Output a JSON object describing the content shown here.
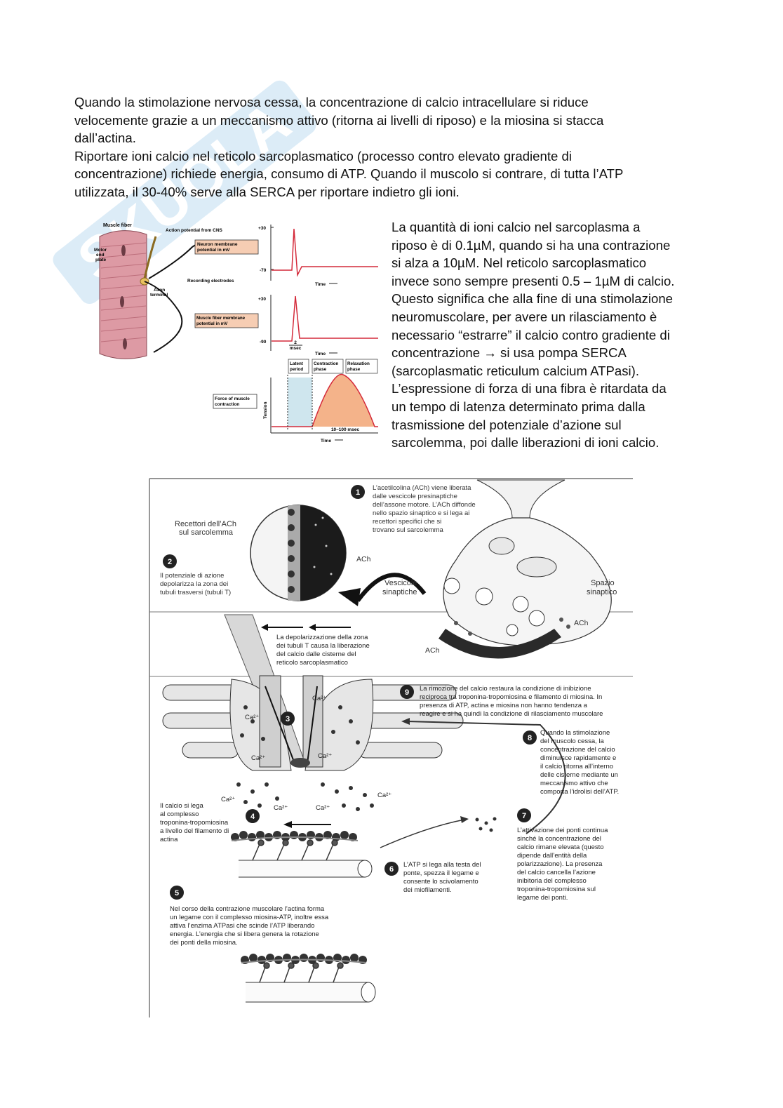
{
  "intro": {
    "lines": [
      "Quando la stimolazione nervosa cessa, la concentrazione di calcio intracellulare si riduce",
      "velocemente grazie a un meccanismo attivo (ritorna ai livelli di riposo) e la miosina si stacca",
      "dall’actina.",
      "Riportare ioni calcio nel reticolo sarcoplasmatico (processo contro elevato gradiente di",
      "concentrazione) richiede energia, consumo di ATP. Quando il muscolo si contrare, di tutta l’ATP",
      "utilizzata, il 30-40% serve alla SERCA per riportare indietro gli ioni."
    ]
  },
  "side": {
    "lines": [
      "La quantità di ioni calcio nel sarcoplasma a",
      "riposo è di 0.1µM, quando si ha una contrazione",
      "si alza a 10µM. Nel reticolo sarcoplasmatico",
      "invece sono sempre presenti 0.5 – 1µM di calcio.",
      "Questo significa che alla fine di una stimolazione",
      "neuromuscolare, per avere un rilasciamento è",
      "necessario “estrarre” il calcio contro gradiente di",
      "concentrazione → si usa pompa SERCA",
      "(sarcoplasmatic reticulum calcium ATPasi).",
      "L’espressione di forza di una fibra è ritardata da",
      "un tempo di latenza determinato prima dalla",
      "trasmissione del potenziale d’azione sul",
      "sarcolemma, poi dalle liberazioni di ioni calcio."
    ]
  },
  "fig1": {
    "muscle_fiber": "Muscle fiber",
    "motor_end_plate": [
      "Motor",
      "end",
      "plate"
    ],
    "action_potential": "Action potential from CNS",
    "axon_terminal": [
      "Axon",
      "terminal"
    ],
    "recording_electrodes": "Recording electrodes",
    "neuron_box": [
      "Neuron membrane",
      "potential in mV"
    ],
    "muscle_box": [
      "Muscle fiber membrane",
      "potential in mV"
    ],
    "force_box": [
      "Force of muscle",
      "contraction"
    ],
    "tick_p30_a": "+30",
    "tick_m70": "-70",
    "tick_p30_b": "+30",
    "tick_m90": "-90",
    "time1": "Time",
    "time2": "Time",
    "time3": "Time",
    "msec2": [
      "2",
      "msec"
    ],
    "latent": [
      "Latent",
      "period"
    ],
    "contraction": [
      "Contraction",
      "phase"
    ],
    "relaxation": [
      "Relaxation",
      "phase"
    ],
    "tension": "Tension",
    "range": "10–100 msec",
    "colors": {
      "trace": "#d42a3a",
      "fiber": "#d98f9a",
      "box": "#f6cdb3",
      "latent": "#cfe6ee",
      "force": "#f4b38a"
    }
  },
  "fig2": {
    "step1": [
      "L’acetilcolina (ACh) viene liberata",
      "dalle vescicole presinaptiche",
      "dell’assone motore. L’ACh diffonde",
      "nello spazio sinaptico e si lega ai",
      "recettori specifici che si",
      "trovano sul sarcolemma"
    ],
    "receptors": [
      "Recettori dell’ACh",
      "sul sarcolemma"
    ],
    "step2": [
      "Il potenziale di azione",
      "depolarizza la zona dei",
      "tubuli trasversi (tubuli T)"
    ],
    "ach_label": "ACh",
    "vesicles": [
      "Vescicole",
      "sinaptiche"
    ],
    "space": [
      "Spazio",
      "sinaptico"
    ],
    "ach_right": "ACh",
    "ach_bottom": "ACh",
    "depol": [
      "La depolarizzazione della zona",
      "dei tubuli T causa la liberazione",
      "del calcio dalle cisterne del",
      "reticolo sarcoplasmatico"
    ],
    "step9": [
      "La rimozione del calcio restaura la condizione di inibizione",
      "reciproca tra troponina-tropomiosina e filamento di miosina. In",
      "presenza di ATP, actina e miosina non hanno tendenza a",
      "reagire e si ha quindi la condizione di rilasciamento muscolare"
    ],
    "step8": [
      "Quando la stimolazione",
      "del muscolo cessa, la",
      "concentrazione del calcio",
      "diminuisce rapidamente e",
      "il calcio ritorna all’interno",
      "delle cisterne mediante un",
      "meccanismo attivo che",
      "comporta l’idrolisi dell’ATP."
    ],
    "calcium_bind": [
      "Il calcio si lega",
      "al complesso",
      "troponina-tropomiosina",
      "a livello del filamento di",
      "actina"
    ],
    "step7": [
      "L’attivazione dei ponti continua",
      "sinché la concentrazione del",
      "calcio rimane elevata (questo",
      "dipende dall’entità della",
      "polarizzazione). La presenza",
      "del calcio cancella l’azione",
      "inibitoria del complesso",
      "troponina-tropomiosina sul",
      "legame dei ponti."
    ],
    "step6": [
      "L’ATP si lega alla testa del",
      "ponte, spezza il legame e",
      "consente lo scivolamento",
      "dei miofilamenti."
    ],
    "step5": [
      "Nel corso della contrazione muscolare l’actina forma",
      "un legame con il complesso miosina-ATP, inoltre essa",
      "attiva l’enzima ATPasi che scinde l’ATP liberando",
      "energia. L’energia che si libera genera la rotazione",
      "dei ponti della miosina."
    ],
    "ca": "Ca²⁺",
    "n1": "1",
    "n2": "2",
    "n3": "3",
    "n4": "4",
    "n5": "5",
    "n6": "6",
    "n7": "7",
    "n8": "8",
    "n9": "9"
  }
}
